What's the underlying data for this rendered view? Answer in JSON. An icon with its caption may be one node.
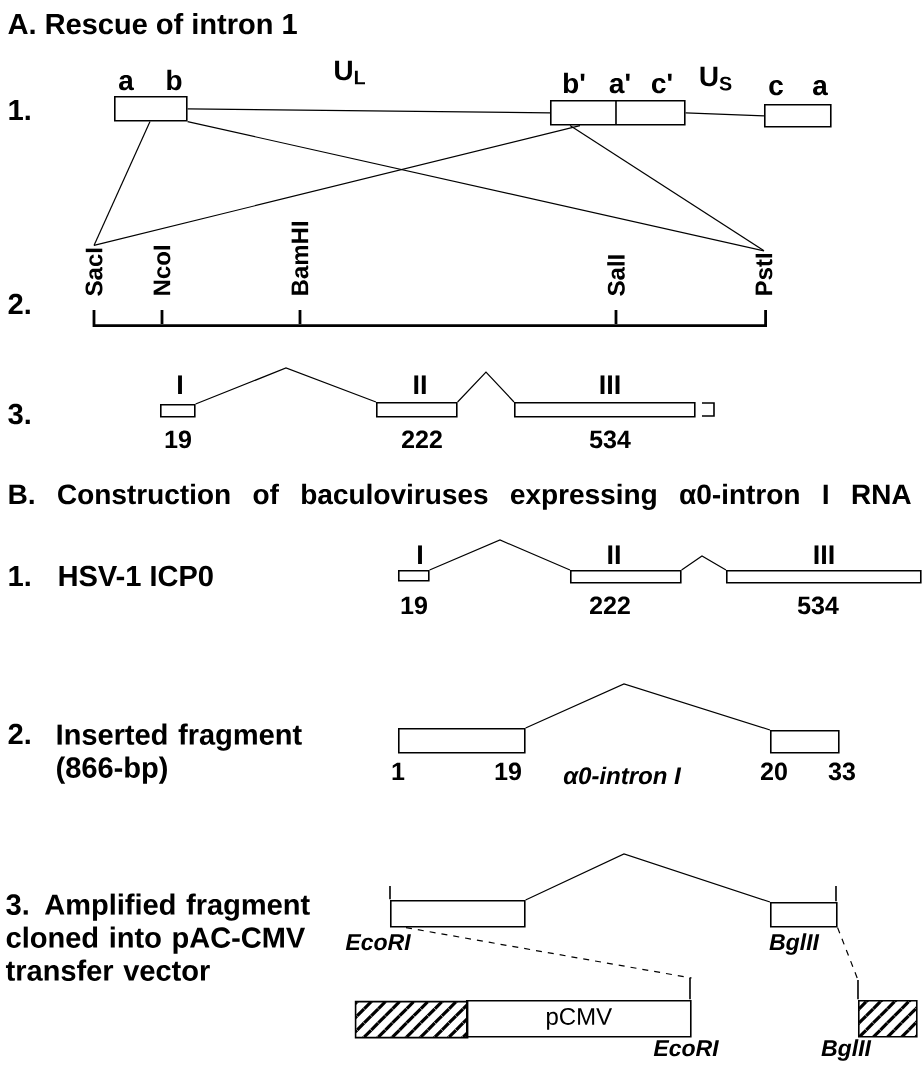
{
  "diagram": {
    "nodes": [
      {
        "text": [
          "a",
          "b"
        ]
      },
      {
        "text": [
          "b'",
          "a'",
          "c'"
        ]
      },
      {
        "text": [
          "c",
          "a"
        ]
      },
      {
        "text": [
          "SacI"
        ]
      },
      {
        "text": [
          "PstI"
        ]
      },
      {
        "text": [],
        "shape": "bar",
        "beside": [
          "NcoI",
          "BamHI",
          "SalI"
        ]
      },
      {
        "text": [
          "I"
        ],
        "beside": [
          "19"
        ]
      },
      {
        "text": [
          "II"
        ],
        "beside": [
          "222"
        ]
      },
      {
        "text": [
          "III"
        ],
        "beside": [
          "534"
        ]
      },
      {
        "text": [
          "I"
        ],
        "beside": [
          "19"
        ]
      },
      {
        "text": [
          "II"
        ],
        "beside": [
          "222"
        ]
      },
      {
        "text": [
          "III"
        ],
        "beside": [
          "534"
        ]
      },
      {
        "text": [],
        "shape": "box",
        "beside": [
          "1",
          "19"
        ]
      },
      {
        "text": [],
        "shape": "box",
        "beside": [
          "20",
          "33"
        ]
      },
      {
        "text": [],
        "shape": "box",
        "beside": [
          "EcoRI"
        ]
      },
      {
        "text": [],
        "shape": "box",
        "beside": [
          "BglII"
        ]
      },
      {
        "text": [],
        "shape": "box"
      },
      {
        "text": [
          "pCMV"
        ],
        "beside": [
          "EcoRI"
        ]
      },
      {
        "text": [],
        "shape": "box",
        "beside": [
          "BglII"
        ]
      }
    ],
    "edges": [
      {
        "from": 0,
        "to": 1,
        "arrow": "none",
        "label": "U$_{L}$"
      },
      {
        "from": 1,
        "to": 2,
        "arrow": "none",
        "label": "U$_{S}$"
      },
      {
        "from": 0,
        "to": 3,
        "arrow": "none"
      },
      {
        "from": 0,
        "to": 4,
        "arrow": "none"
      },
      {
        "from": 1,
        "to": 3,
        "arrow": "none"
      },
      {
        "from": 1,
        "to": 4,
        "arrow": "none"
      },
      {
        "from": 6,
        "to": 7,
        "arrow": "none"
      },
      {
        "from": 7,
        "to": 8,
        "arrow": "none"
      },
      {
        "from": 9,
        "to": 10,
        "arrow": "none"
      },
      {
        "from": 10,
        "to": 11,
        "arrow": "none"
      },
      {
        "from": 12,
        "to": 13,
        "arrow": "none",
        "label": "α0-intron I"
      },
      {
        "from": 14,
        "to": 15,
        "arrow": "none"
      },
      {
        "from": 14,
        "to": 17,
        "arrow": "none",
        "style": "dashed"
      },
      {
        "from": 15,
        "to": 18,
        "arrow": "none",
        "style": "dashed"
      }
    ],
    "labels": [
      "A. Rescue of intron 1",
      "1.",
      "2.",
      "3.",
      "B. Construction of baculoviruses expressing α0-intron I RNA",
      "1.",
      "HSV-1 ICP0",
      "2.",
      "Inserted fragment (866-bp)",
      "3. Amplified fragment cloned into pAC-CMV transfer vector"
    ]
  }
}
